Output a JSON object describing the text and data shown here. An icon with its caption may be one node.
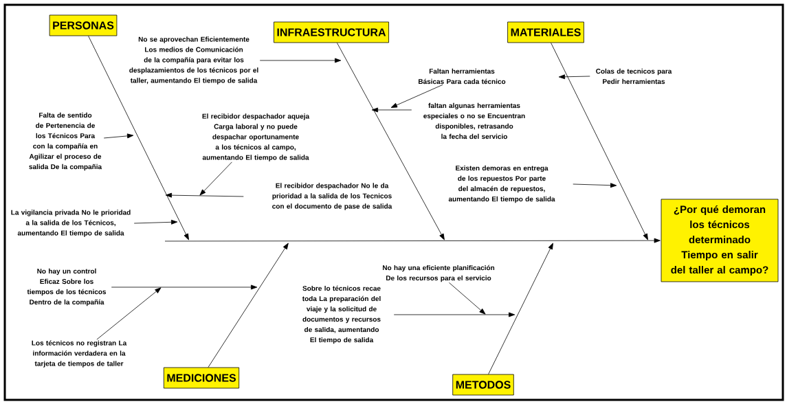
{
  "diagram": {
    "nodes": [
      {
        "text": [
          "PERSONAS"
        ]
      },
      {
        "text": [
          "INFRAESTRUCTURA"
        ]
      },
      {
        "text": [
          "MATERIALES"
        ]
      },
      {
        "text": [
          "MEDICIONES"
        ]
      },
      {
        "text": [
          "METODOS"
        ]
      },
      {
        "text": [
          "¿Por qué demoran los técnicos determinado Tiempo en salir del taller al campo?"
        ]
      },
      {
        "text": [
          "Falta de sentido de Pertenencia de los Técnicos Para con la compañía en Agilizar el proceso de salida De la compañia"
        ]
      },
      {
        "text": [
          "No se aprovechan Eficientemente Los medios de Comunicación de la compañía para evitar los desplazamientos de los técnicos por el taller, aumentando El tiempo de salida"
        ]
      },
      {
        "text": [
          "El recibidor despachador aqueja Carga laboral y no puede despachar oportunamente a los técnicos al campo, aumentando El tiempo de salida"
        ]
      },
      {
        "text": [
          "El recibidor despachador No le da prioridad a la salida de los Tecnicos con el documento de pase de salida"
        ]
      },
      {
        "text": [
          "La vigilancia privada No le prioridad a la salida de los Técnicos, aumentando El tiempo de salida"
        ]
      },
      {
        "text": [
          "Faltan herramientas Básicas Para cada técnico"
        ]
      },
      {
        "text": [
          "faltan algunas herramientas especiales o no se Encuentran disponibles, retrasando la fecha del servicio"
        ]
      },
      {
        "text": [
          "Existen demoras en entrega de los repuestos Por parte del almacén de repuestos, aumentando El tiempo de salida"
        ]
      },
      {
        "text": [
          "Colas de tecnicos para Pedir herramientas"
        ]
      },
      {
        "text": [
          "No hay un control Eficaz Sobre los tiempos de los técnicos Dentro de la compañía"
        ]
      },
      {
        "text": [
          "Los técnicos no registran La información verdadera en la tarjeta de tiempos de taller"
        ]
      },
      {
        "text": [
          "Sobre lo técnicos recae toda La preparación del viaje y la solicitud de documentos y recursos de salida, aumentando El tiempo de salida"
        ]
      },
      {
        "text": [
          "No hay una eficiente planificación De los recursos para el servicio"
        ]
      }
    ],
    "edges": [
      {
        "from": 0,
        "to": null,
        "arrow": "to"
      },
      {
        "from": 1,
        "to": null,
        "arrow": "to"
      },
      {
        "from": 2,
        "to": null,
        "arrow": "to"
      },
      {
        "from": 3,
        "to": null,
        "arrow": "to"
      },
      {
        "from": 4,
        "to": null,
        "arrow": "to"
      },
      {
        "from": null,
        "to": 5,
        "arrow": "to"
      },
      {
        "from": 6,
        "to": null,
        "arrow": "to"
      },
      {
        "from": 7,
        "to": null,
        "arrow": "to"
      },
      {
        "from": 8,
        "to": null,
        "arrow": "to"
      },
      {
        "from": 9,
        "to": null,
        "arrow": "to"
      },
      {
        "from": 10,
        "to": null,
        "arrow": "to"
      },
      {
        "from": 11,
        "to": null,
        "arrow": "to"
      },
      {
        "from": 12,
        "to": null,
        "arrow": "to"
      },
      {
        "from": 13,
        "to": null,
        "arrow": "to"
      },
      {
        "from": 14,
        "to": null,
        "arrow": "to"
      },
      {
        "from": 15,
        "to": null,
        "arrow": "to"
      },
      {
        "from": 16,
        "to": null,
        "arrow": "to"
      },
      {
        "from": 17,
        "to": null,
        "arrow": "to"
      },
      {
        "from": 18,
        "to": null,
        "arrow": "to"
      }
    ]
  }
}
